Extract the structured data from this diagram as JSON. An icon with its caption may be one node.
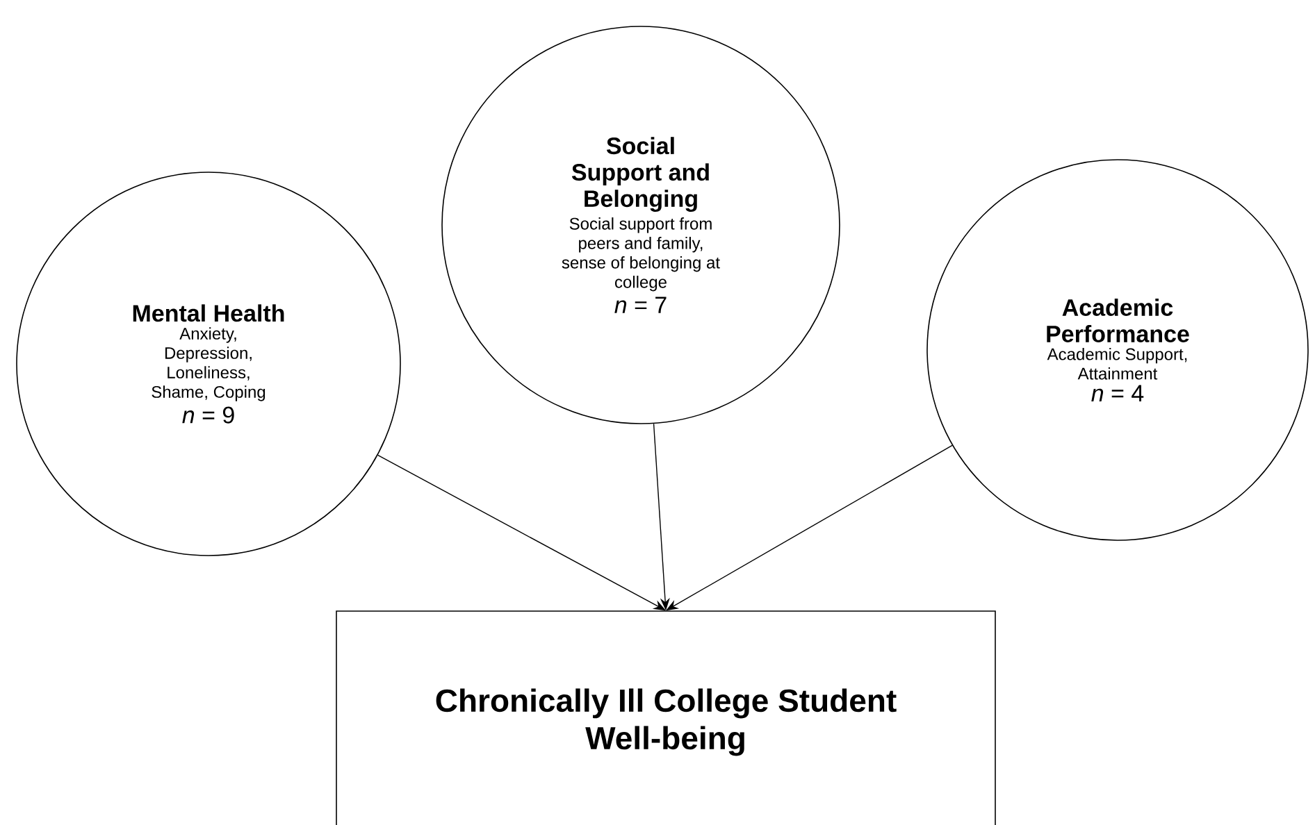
{
  "diagram": {
    "nodes": [
      {
        "text": [
          "Mental Health",
          "Anxiety, Depression, Loneliness, Shame, Coping",
          "*n* = 9"
        ]
      },
      {
        "text": [
          "Social Support and Belonging",
          "Social support from peers and family, sense of belonging at college",
          "*n* = 7"
        ]
      },
      {
        "text": [
          "Academic Performance",
          "Academic Support, Attainment",
          "*n* = 4"
        ]
      },
      {
        "text": [
          "Chronically Ill College Student Well-being"
        ]
      }
    ],
    "edges": [
      {
        "from": 0,
        "to": 3,
        "arrow": "to"
      },
      {
        "from": 1,
        "to": 3,
        "arrow": "to"
      },
      {
        "from": 2,
        "to": 3,
        "arrow": "to"
      }
    ]
  }
}
